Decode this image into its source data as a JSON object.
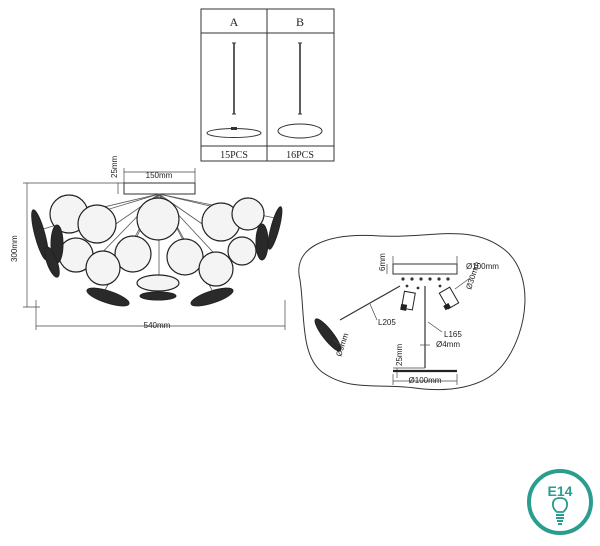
{
  "parts_table": {
    "headers": [
      "A",
      "B"
    ],
    "quantities": [
      "15PCS",
      "16PCS"
    ]
  },
  "front_view": {
    "dim_canopy_width": "150mm",
    "dim_canopy_height": "25mm",
    "dim_total_height": "300mm",
    "dim_total_width": "540mm"
  },
  "detail_view": {
    "dim_canopy_diameter": "Ø100mm",
    "dim_canopy_height": "6mm",
    "dim_socket_diameter": "Ø30mm",
    "dim_long_arm": "L205",
    "dim_short_arm": "L165",
    "dim_disc_diameter": "Ø9mm",
    "dim_rod_diameter": "Ø4mm",
    "dim_rod_height": "25mm",
    "dim_base_diameter": "Ø100mm"
  },
  "badge": {
    "label": "E14",
    "icon": "bulb-icon",
    "color": "#2a9d8f"
  }
}
